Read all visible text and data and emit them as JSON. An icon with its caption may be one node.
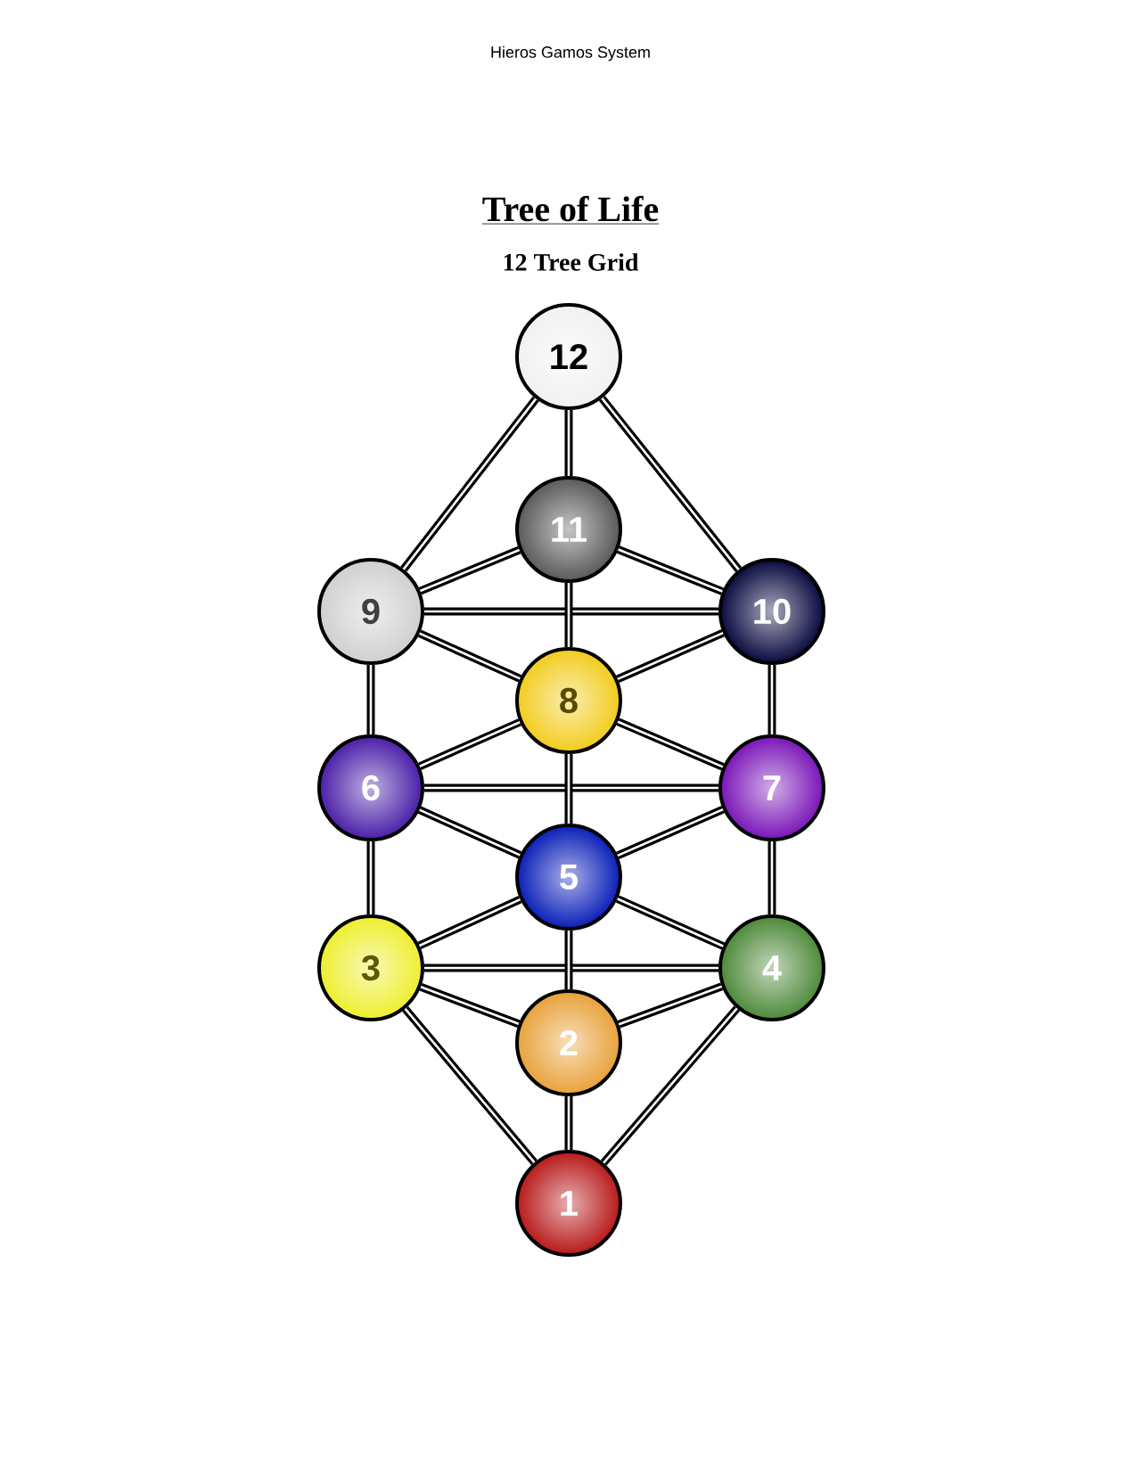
{
  "diagram": {
    "title": "Tree of Life",
    "nodes": [
      {
        "text": [
          "12"
        ]
      },
      {
        "text": [
          "11"
        ]
      },
      {
        "text": [
          "9"
        ]
      },
      {
        "text": [
          "10"
        ]
      },
      {
        "text": [
          "8"
        ]
      },
      {
        "text": [
          "6"
        ]
      },
      {
        "text": [
          "7"
        ]
      },
      {
        "text": [
          "5"
        ]
      },
      {
        "text": [
          "3"
        ]
      },
      {
        "text": [
          "4"
        ]
      },
      {
        "text": [
          "2"
        ]
      },
      {
        "text": [
          "1"
        ]
      }
    ],
    "edges": [
      {
        "from": 0,
        "to": 1,
        "arrow": "none"
      },
      {
        "from": 0,
        "to": 2,
        "arrow": "none"
      },
      {
        "from": 0,
        "to": 3,
        "arrow": "none"
      },
      {
        "from": 1,
        "to": 2,
        "arrow": "none"
      },
      {
        "from": 1,
        "to": 3,
        "arrow": "none"
      },
      {
        "from": 2,
        "to": 3,
        "arrow": "none"
      },
      {
        "from": 1,
        "to": 4,
        "arrow": "none"
      },
      {
        "from": 2,
        "to": 4,
        "arrow": "none"
      },
      {
        "from": 3,
        "to": 4,
        "arrow": "none"
      },
      {
        "from": 2,
        "to": 5,
        "arrow": "none"
      },
      {
        "from": 3,
        "to": 6,
        "arrow": "none"
      },
      {
        "from": 4,
        "to": 5,
        "arrow": "none"
      },
      {
        "from": 4,
        "to": 6,
        "arrow": "none"
      },
      {
        "from": 5,
        "to": 6,
        "arrow": "none"
      },
      {
        "from": 4,
        "to": 7,
        "arrow": "none"
      },
      {
        "from": 5,
        "to": 7,
        "arrow": "none"
      },
      {
        "from": 6,
        "to": 7,
        "arrow": "none"
      },
      {
        "from": 5,
        "to": 8,
        "arrow": "none"
      },
      {
        "from": 6,
        "to": 9,
        "arrow": "none"
      },
      {
        "from": 7,
        "to": 8,
        "arrow": "none"
      },
      {
        "from": 7,
        "to": 9,
        "arrow": "none"
      },
      {
        "from": 8,
        "to": 9,
        "arrow": "none"
      },
      {
        "from": 7,
        "to": 10,
        "arrow": "none"
      },
      {
        "from": 8,
        "to": 10,
        "arrow": "none"
      },
      {
        "from": 9,
        "to": 10,
        "arrow": "none"
      },
      {
        "from": 8,
        "to": 11,
        "arrow": "none"
      },
      {
        "from": 9,
        "to": 11,
        "arrow": "none"
      },
      {
        "from": 10,
        "to": 11,
        "arrow": "none"
      }
    ],
    "labels": [
      "Hieros Gamos System",
      "12 Tree Grid"
    ]
  }
}
